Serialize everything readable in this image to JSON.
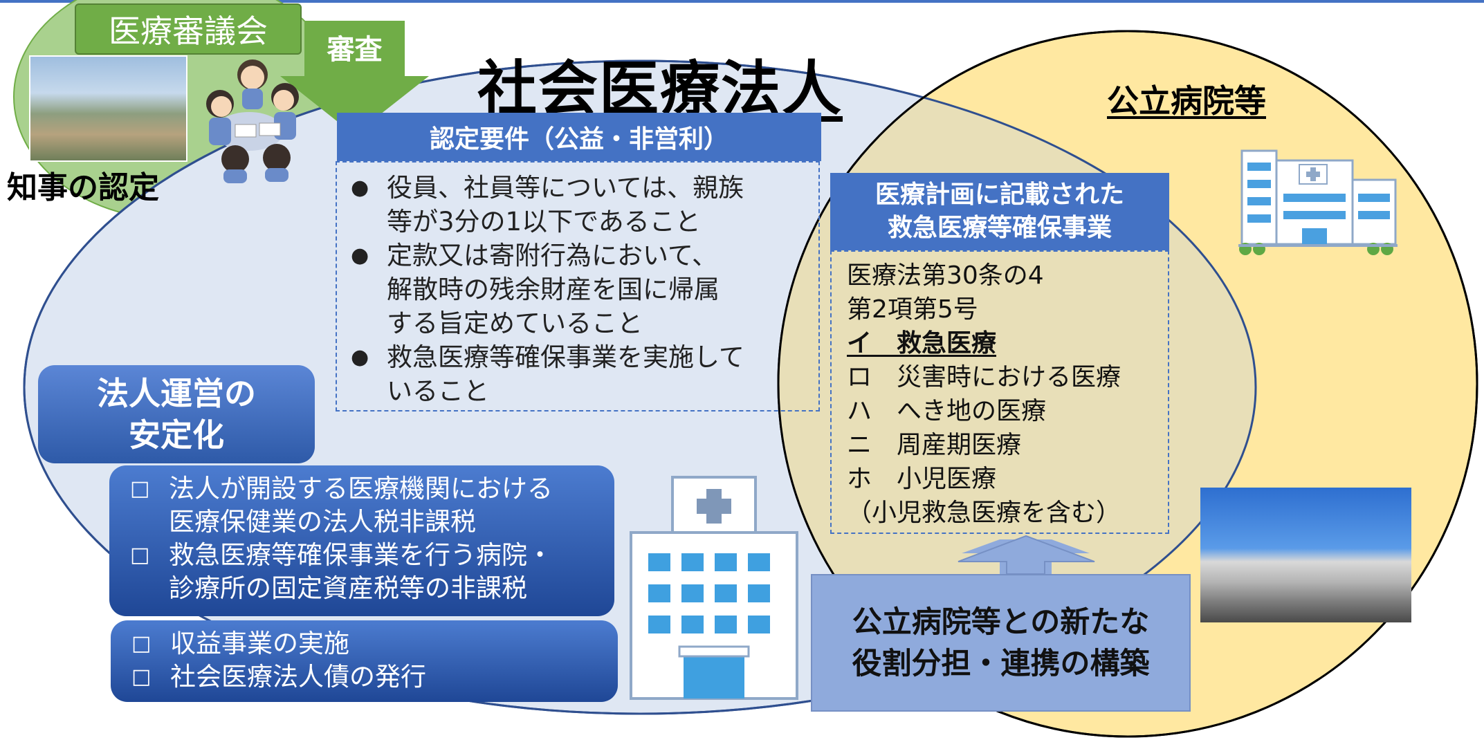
{
  "title": "社会医療法人",
  "public_title": "公立病院等",
  "council_label": "医療審議会",
  "review_label": "審査",
  "governor_label": "知事の認定",
  "requirements": {
    "header": "認定要件（公益・非営利）",
    "items": [
      "役員、社員等については、親族\n等が3分の1以下であること",
      "定款又は寄附行為において、\n解散時の残余財産を国に帰属\nする旨定めていること",
      "救急医療等確保事業を実施して\nいること"
    ],
    "bullet": "●"
  },
  "plan": {
    "header": "医療計画に記載された\n救急医療等確保事業",
    "lines": [
      {
        "text": "医療法第30条の4",
        "bold": false
      },
      {
        "text": "第2項第5号",
        "bold": false
      },
      {
        "text": "イ　救急医療",
        "bold": true
      },
      {
        "text": "ロ　災害時における医療",
        "bold": false
      },
      {
        "text": "ハ　へき地の医療",
        "bold": false
      },
      {
        "text": "ニ　周産期医療",
        "bold": false
      },
      {
        "text": "ホ　小児医療",
        "bold": false
      },
      {
        "text": "（小児救急医療を含む）",
        "bold": false
      }
    ]
  },
  "stabilization": {
    "title": "法人運営の\n安定化",
    "panel1": [
      "法人が開設する医療機関における\n医療保健業の法人税非課税",
      "救急医療等確保事業を行う病院・\n診療所の固定資産税等の非課税"
    ],
    "panel2": [
      "収益事業の実施",
      "社会医療法人債の発行"
    ],
    "checkbox": "□"
  },
  "new_role": "公立病院等との新たな\n役割分担・連携の構築",
  "icons": [
    "meeting-people-icon",
    "hospital-illustration-icon",
    "public-hospital-icon",
    "governor-building-photo",
    "public-hospital-photo"
  ],
  "colors": {
    "accent_blue": "#4472c4",
    "green": "#70ad47",
    "light_ellipse": "#dfe7f3",
    "yellow_circle": "#ffe699",
    "new_role_blue": "#8faadc"
  }
}
